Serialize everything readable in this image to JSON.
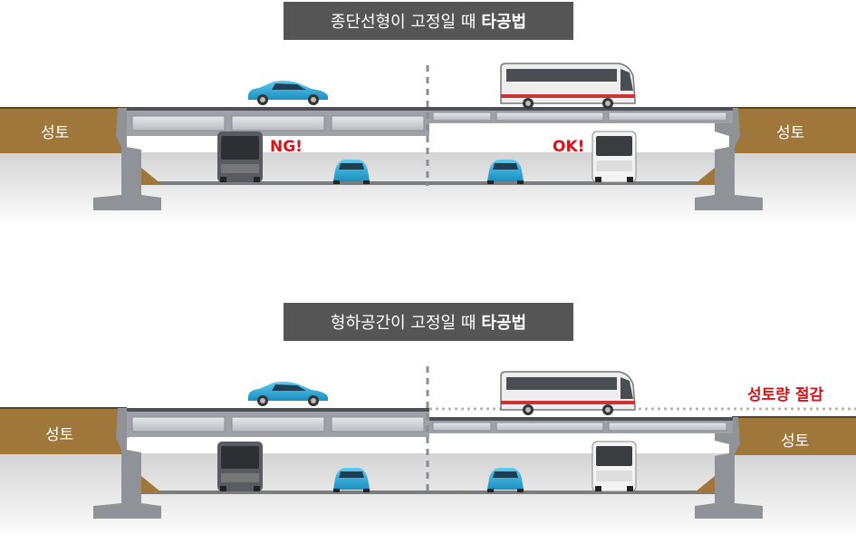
{
  "panel_top": {
    "title_prefix": "종단선형이 고정일 때",
    "title_bold": "타공법",
    "soil_left": "성토",
    "soil_right": "성토",
    "left_mark": "NG!",
    "right_mark": "OK!"
  },
  "panel_bottom": {
    "title_prefix": "형하공간이 고정일 때",
    "title_bold": "타공법",
    "soil_left": "성토",
    "soil_right": "성토",
    "callout": "성토량 절감"
  },
  "colors": {
    "title_bg": "#555555",
    "soil": "#a0773a",
    "concrete": "#8f9296",
    "girder": "#c9ccd0",
    "car": "#2aa7d8",
    "bus": "#eeeeee",
    "alert": "#d7141a"
  }
}
